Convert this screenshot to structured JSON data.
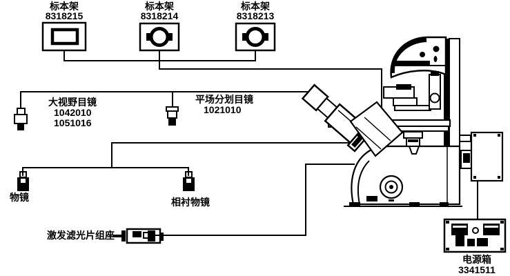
{
  "colors": {
    "line": "#000000",
    "background": "#ffffff"
  },
  "specimen_holders": [
    {
      "label": "标本架",
      "part_no": "8318215"
    },
    {
      "label": "标本架",
      "part_no": "8318214"
    },
    {
      "label": "标本架",
      "part_no": "8318213"
    }
  ],
  "eyepieces": {
    "wide_field": {
      "label": "大视野目镜",
      "part_no_1": "1042010",
      "part_no_2": "1051016"
    },
    "plan_reticle": {
      "label": "平场分划目镜",
      "part_no": "1021010"
    }
  },
  "objectives": {
    "plain": {
      "label": "物镜"
    },
    "phase_contrast": {
      "label": "相衬物镜"
    }
  },
  "filter_block": {
    "label": "激发滤光片组座"
  },
  "power_box": {
    "label": "电源箱",
    "part_no": "3341511"
  }
}
